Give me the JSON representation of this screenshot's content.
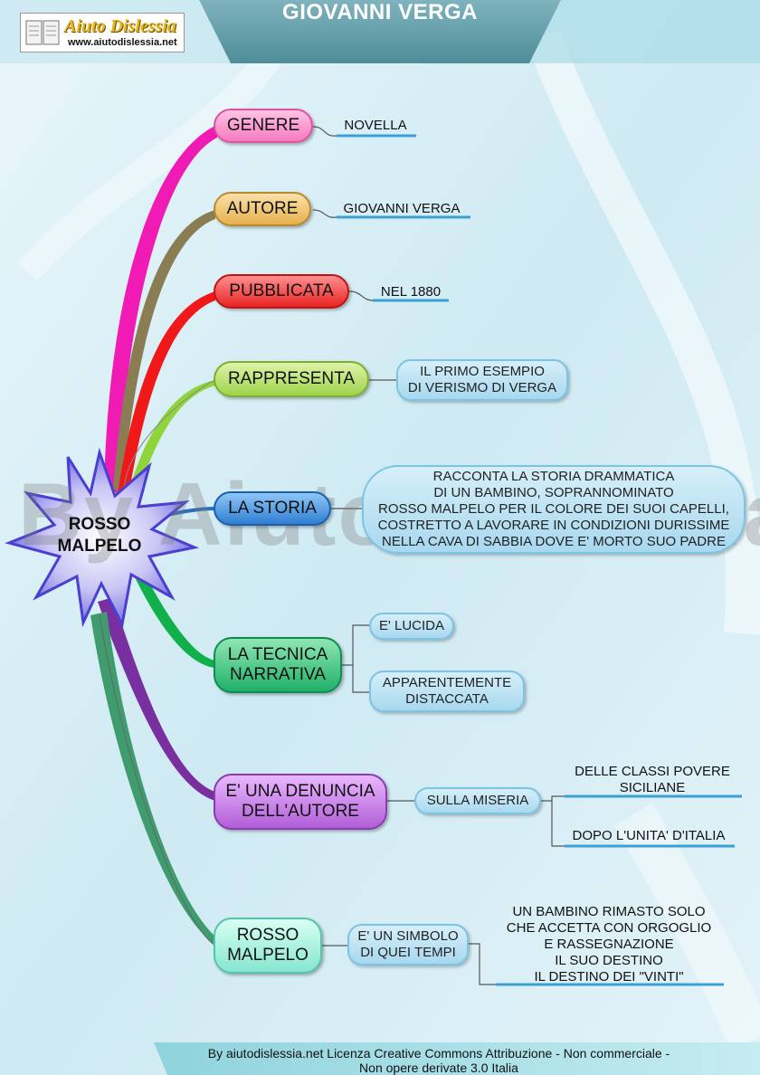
{
  "title": "GIOVANNI VERGA",
  "logo": {
    "name": "Aiuto Dislessia",
    "url": "www.aiutodislessia.net"
  },
  "watermark": "By AiutoDislessia.net",
  "center": {
    "line1": "ROSSO",
    "line2": "MALPELO"
  },
  "branches": {
    "genere": {
      "label": "GENERE",
      "value": "NOVELLA",
      "color": "#f15aa8"
    },
    "autore": {
      "label": "AUTORE",
      "value": "GIOVANNI VERGA",
      "color": "#d9a53a"
    },
    "pubblicata": {
      "label": "PUBBLICATA",
      "value": "NEL 1880",
      "color": "#ef2b2b"
    },
    "rappresenta": {
      "label": "RAPPRESENTA",
      "value_line1": "IL PRIMO ESEMPIO",
      "value_line2": "DI VERISMO DI VERGA",
      "color": "#9fd64a"
    },
    "storia": {
      "label": "LA STORIA",
      "lines": [
        "RACCONTA LA STORIA DRAMMATICA",
        "DI UN BAMBINO,  SOPRANNOMINATO",
        "ROSSO MALPELO PER IL COLORE DEI SUOI CAPELLI,",
        "COSTRETTO A LAVORARE IN CONDIZIONI DURISSIME",
        "NELLA CAVA DI SABBIA DOVE E' MORTO SUO PADRE"
      ],
      "color": "#2f7fd2"
    },
    "tecnica": {
      "label_line1": "LA TECNICA",
      "label_line2": "NARRATIVA",
      "item1": "E' LUCIDA",
      "item2_line1": "APPARENTEMENTE",
      "item2_line2": "DISTACCATA",
      "color": "#1fb06a"
    },
    "denuncia": {
      "label_line1": "E' UNA DENUNCIA",
      "label_line2": "DELL'AUTORE",
      "sub": "SULLA MISERIA",
      "leaf1_line1": "DELLE CLASSI POVERE",
      "leaf1_line2": "SICILIANE",
      "leaf2": "DOPO L'UNITA' D'ITALIA",
      "color": "#b15ed6"
    },
    "rosso": {
      "label_line1": "ROSSO",
      "label_line2": "MALPELO",
      "sub_line1": "E' UN SIMBOLO",
      "sub_line2": "DI QUEI TEMPI",
      "leaf_lines": [
        "UN BAMBINO RIMASTO SOLO",
        "CHE ACCETTA CON ORGOGLIO",
        "E RASSEGNAZIONE",
        "IL SUO DESTINO",
        "IL DESTINO DEI \"VINTI\""
      ],
      "color": "#7fe8d0"
    }
  },
  "footer": {
    "line1": "By aiutodislessia.net Licenza Creative Commons Attribuzione - Non commerciale -",
    "line2": "Non opere derivate 3.0 Italia"
  }
}
